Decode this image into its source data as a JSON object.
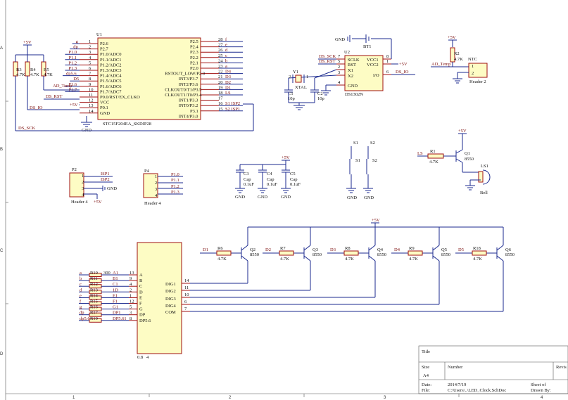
{
  "grid": {
    "rows": [
      "A",
      "B",
      "C",
      "D"
    ],
    "cols": [
      "1",
      "2",
      "3",
      "4"
    ]
  },
  "u1": {
    "ref": "U1",
    "part": "STC15F204EA_SKDIP28",
    "left_pins": [
      {
        "num": "1",
        "name": "P2.6",
        "net": "g"
      },
      {
        "num": "2",
        "name": "P2.7",
        "net": "dp"
      },
      {
        "num": "3",
        "name": "P1.0/ADC0",
        "net": "P1.0"
      },
      {
        "num": "4",
        "name": "P1.1/ADC1",
        "net": "P1.1"
      },
      {
        "num": "5",
        "name": "P1.2/ADC2",
        "net": "P1.2"
      },
      {
        "num": "6",
        "name": "P1.3/ADC3",
        "net": "P1.3"
      },
      {
        "num": "7",
        "name": "P1.4/ADC4",
        "net": "dp5.6"
      },
      {
        "num": "8",
        "name": "P1.5/ADC5",
        "net": "D5"
      },
      {
        "num": "9",
        "name": "P1.6/ADC6",
        "net": "P1.6"
      },
      {
        "num": "10",
        "name": "P1.7/ADC7",
        "net": "P1.7"
      },
      {
        "num": "11",
        "name": "P0.0/RST/EX_CLKO",
        "net": ""
      },
      {
        "num": "12",
        "name": "VCC",
        "net": "+5V"
      },
      {
        "num": "13",
        "name": "P0.1",
        "net": ""
      },
      {
        "num": "14",
        "name": "GND",
        "net": ""
      }
    ],
    "right_pins": [
      {
        "num": "28",
        "name": "P2.5",
        "net": "f"
      },
      {
        "num": "27",
        "name": "P2.4",
        "net": "e"
      },
      {
        "num": "26",
        "name": "P2.3",
        "net": "d"
      },
      {
        "num": "25",
        "name": "P2.2",
        "net": "c"
      },
      {
        "num": "24",
        "name": "P2.1",
        "net": "b"
      },
      {
        "num": "23",
        "name": "P2.0",
        "net": "a"
      },
      {
        "num": "22",
        "name": "RSTOUT_LOW/P2.0",
        "net": "D4"
      },
      {
        "num": "21",
        "name": "INT3/P3.7",
        "net": "D3"
      },
      {
        "num": "20",
        "name": "INT2/P3.6",
        "net": "D2"
      },
      {
        "num": "19",
        "name": "CLKOUT0/T1/P3.5",
        "net": "D1"
      },
      {
        "num": "18",
        "name": "CLKOUT1/T0/P3.4",
        "net": "LS"
      },
      {
        "num": "17",
        "name": "INT1/P3.3",
        "net": ""
      },
      {
        "num": "16",
        "name": "INT0/P3.2",
        "net": "S1 ISP2"
      },
      {
        "num": "15",
        "name": "P3.1",
        "net": "S2 ISP1"
      },
      {
        "num": "",
        "name": "INT4/P3.0",
        "net": ""
      }
    ]
  },
  "labels": {
    "ad_temp": "AD_Temp",
    "ds_rst": "DS_RST",
    "ds_io": "DS_IO",
    "ds_sck": "DS_SCK",
    "p5v": "+5V",
    "gnd": "GND",
    "ls": "LS",
    "r3": "R3",
    "r4": "R4",
    "r5": "R5",
    "r47k": "4.7K",
    "u2": "U2",
    "u2_part": "DS1302N",
    "bt1": "BT1",
    "gnd_lbl": "GND",
    "y1": "Y1",
    "xtal": "XTAL",
    "c1": "C1",
    "c2": "C2",
    "c10p": "10p",
    "u2_sclk": "SCLK",
    "u2_rst": "RST",
    "u2_x1": "X1",
    "u2_x2": "X2",
    "u2_gnd": "GND",
    "u2_vcc1": "VCC1",
    "u2_vcc2": "VCC2",
    "u2_io": "I/O",
    "r2": "R2",
    "ntc": "NTC",
    "header2": "Header 2",
    "p2": "P2",
    "p4": "P4",
    "header4": "Header 4",
    "isp1": "ISP1",
    "isp2": "ISP2",
    "p10": "P1.0",
    "p11": "P1.1",
    "p12": "P1.2",
    "p13": "P1.3",
    "c3": "C3",
    "c4": "C4",
    "c5": "C5",
    "cap": "Cap",
    "c01u": "0.1uF",
    "s1": "S1",
    "s2": "S2",
    "r1": "R1",
    "q1": "Q1",
    "q8550": "8550",
    "ls1": "LS1",
    "bell": "Bell",
    "d1": "D1",
    "d2": "D2",
    "d3": "D3",
    "d4": "D4",
    "d5": "D5",
    "r6": "R6",
    "r7": "R7",
    "r8": "R8",
    "r9": "R9",
    "r18": "R18",
    "q2": "Q2",
    "q3": "Q3",
    "q4": "Q4",
    "q5": "Q5",
    "q6": "Q6",
    "star": "*",
    "dig1": "DIG1",
    "dig2": "DIG2",
    "dig3": "DIG3",
    "dig4": "DIG4",
    "com": "COM",
    "disp_size": "0.8",
    "disp_digits": "4"
  },
  "seg_rows": [
    {
      "net": "a",
      "res": "R10",
      "val": "300",
      "pin": "A1",
      "num": "13",
      "seg": "A"
    },
    {
      "net": "b",
      "res": "R11",
      "val": "",
      "pin": "B1",
      "num": "9",
      "seg": "B"
    },
    {
      "net": "c",
      "res": "R12",
      "val": "",
      "pin": "C1",
      "num": "4",
      "seg": "C"
    },
    {
      "net": "d",
      "res": "R13",
      "val": "",
      "pin": "1D",
      "num": "2",
      "seg": "D"
    },
    {
      "net": "e",
      "res": "R14",
      "val": "",
      "pin": "E1",
      "num": "1",
      "seg": "E"
    },
    {
      "net": "f",
      "res": "R15",
      "val": "",
      "pin": "F1",
      "num": "12",
      "seg": "F"
    },
    {
      "net": "g",
      "res": "R16",
      "val": "",
      "pin": "G1",
      "num": "5",
      "seg": "G"
    },
    {
      "net": "dp",
      "res": "R17",
      "val": "",
      "pin": "DP1",
      "num": "3",
      "seg": "DP"
    },
    {
      "net": "dp5.6",
      "res": "R19",
      "val": "",
      "pin": "DP5.61",
      "num": "8",
      "seg": "DP5.6"
    }
  ],
  "title_block": {
    "title": "Title",
    "size_label": "Size",
    "size": "A4",
    "number_label": "Number",
    "revision_label": "Revis",
    "date_label": "Date:",
    "date": "2014/7/19",
    "file_label": "File:",
    "file": "C:\\Users\\..\\LED_Clock.SchDoc",
    "sheet_label": "Sheet   of",
    "drawn_label": "Drawn By:"
  }
}
